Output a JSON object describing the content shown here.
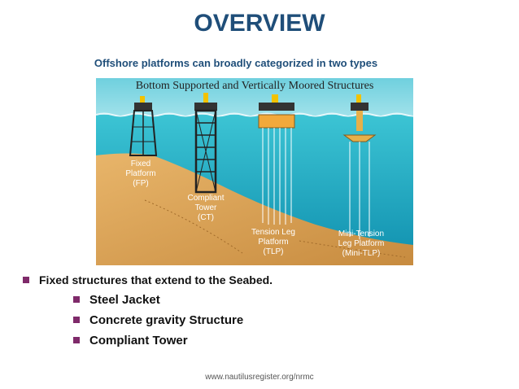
{
  "slide": {
    "title": "OVERVIEW",
    "subtitle": "Offshore platforms can broadly categorized in two types",
    "footer": "www.nautilusregister.org/nrmc"
  },
  "figure": {
    "heading": "Bottom Supported and Vertically Moored Structures",
    "colors": {
      "sky": "#5ec8d8",
      "sea": "#27b5c9",
      "seabed": "#d9a35a",
      "structure": "#1e1e1e"
    },
    "platforms": [
      {
        "lines": [
          "Fixed",
          "Platform",
          "(FP)"
        ]
      },
      {
        "lines": [
          "Compliant",
          "Tower",
          "(CT)"
        ]
      },
      {
        "lines": [
          "Tension Leg",
          "Platform",
          "(TLP)"
        ]
      },
      {
        "lines": [
          "Mini-Tension",
          "Leg Platform",
          "(Mini-TLP)"
        ]
      }
    ]
  },
  "bullets": {
    "main": "Fixed structures that extend to the Seabed.",
    "sub": [
      "Steel Jacket",
      "Concrete gravity Structure",
      "Compliant Tower"
    ]
  }
}
